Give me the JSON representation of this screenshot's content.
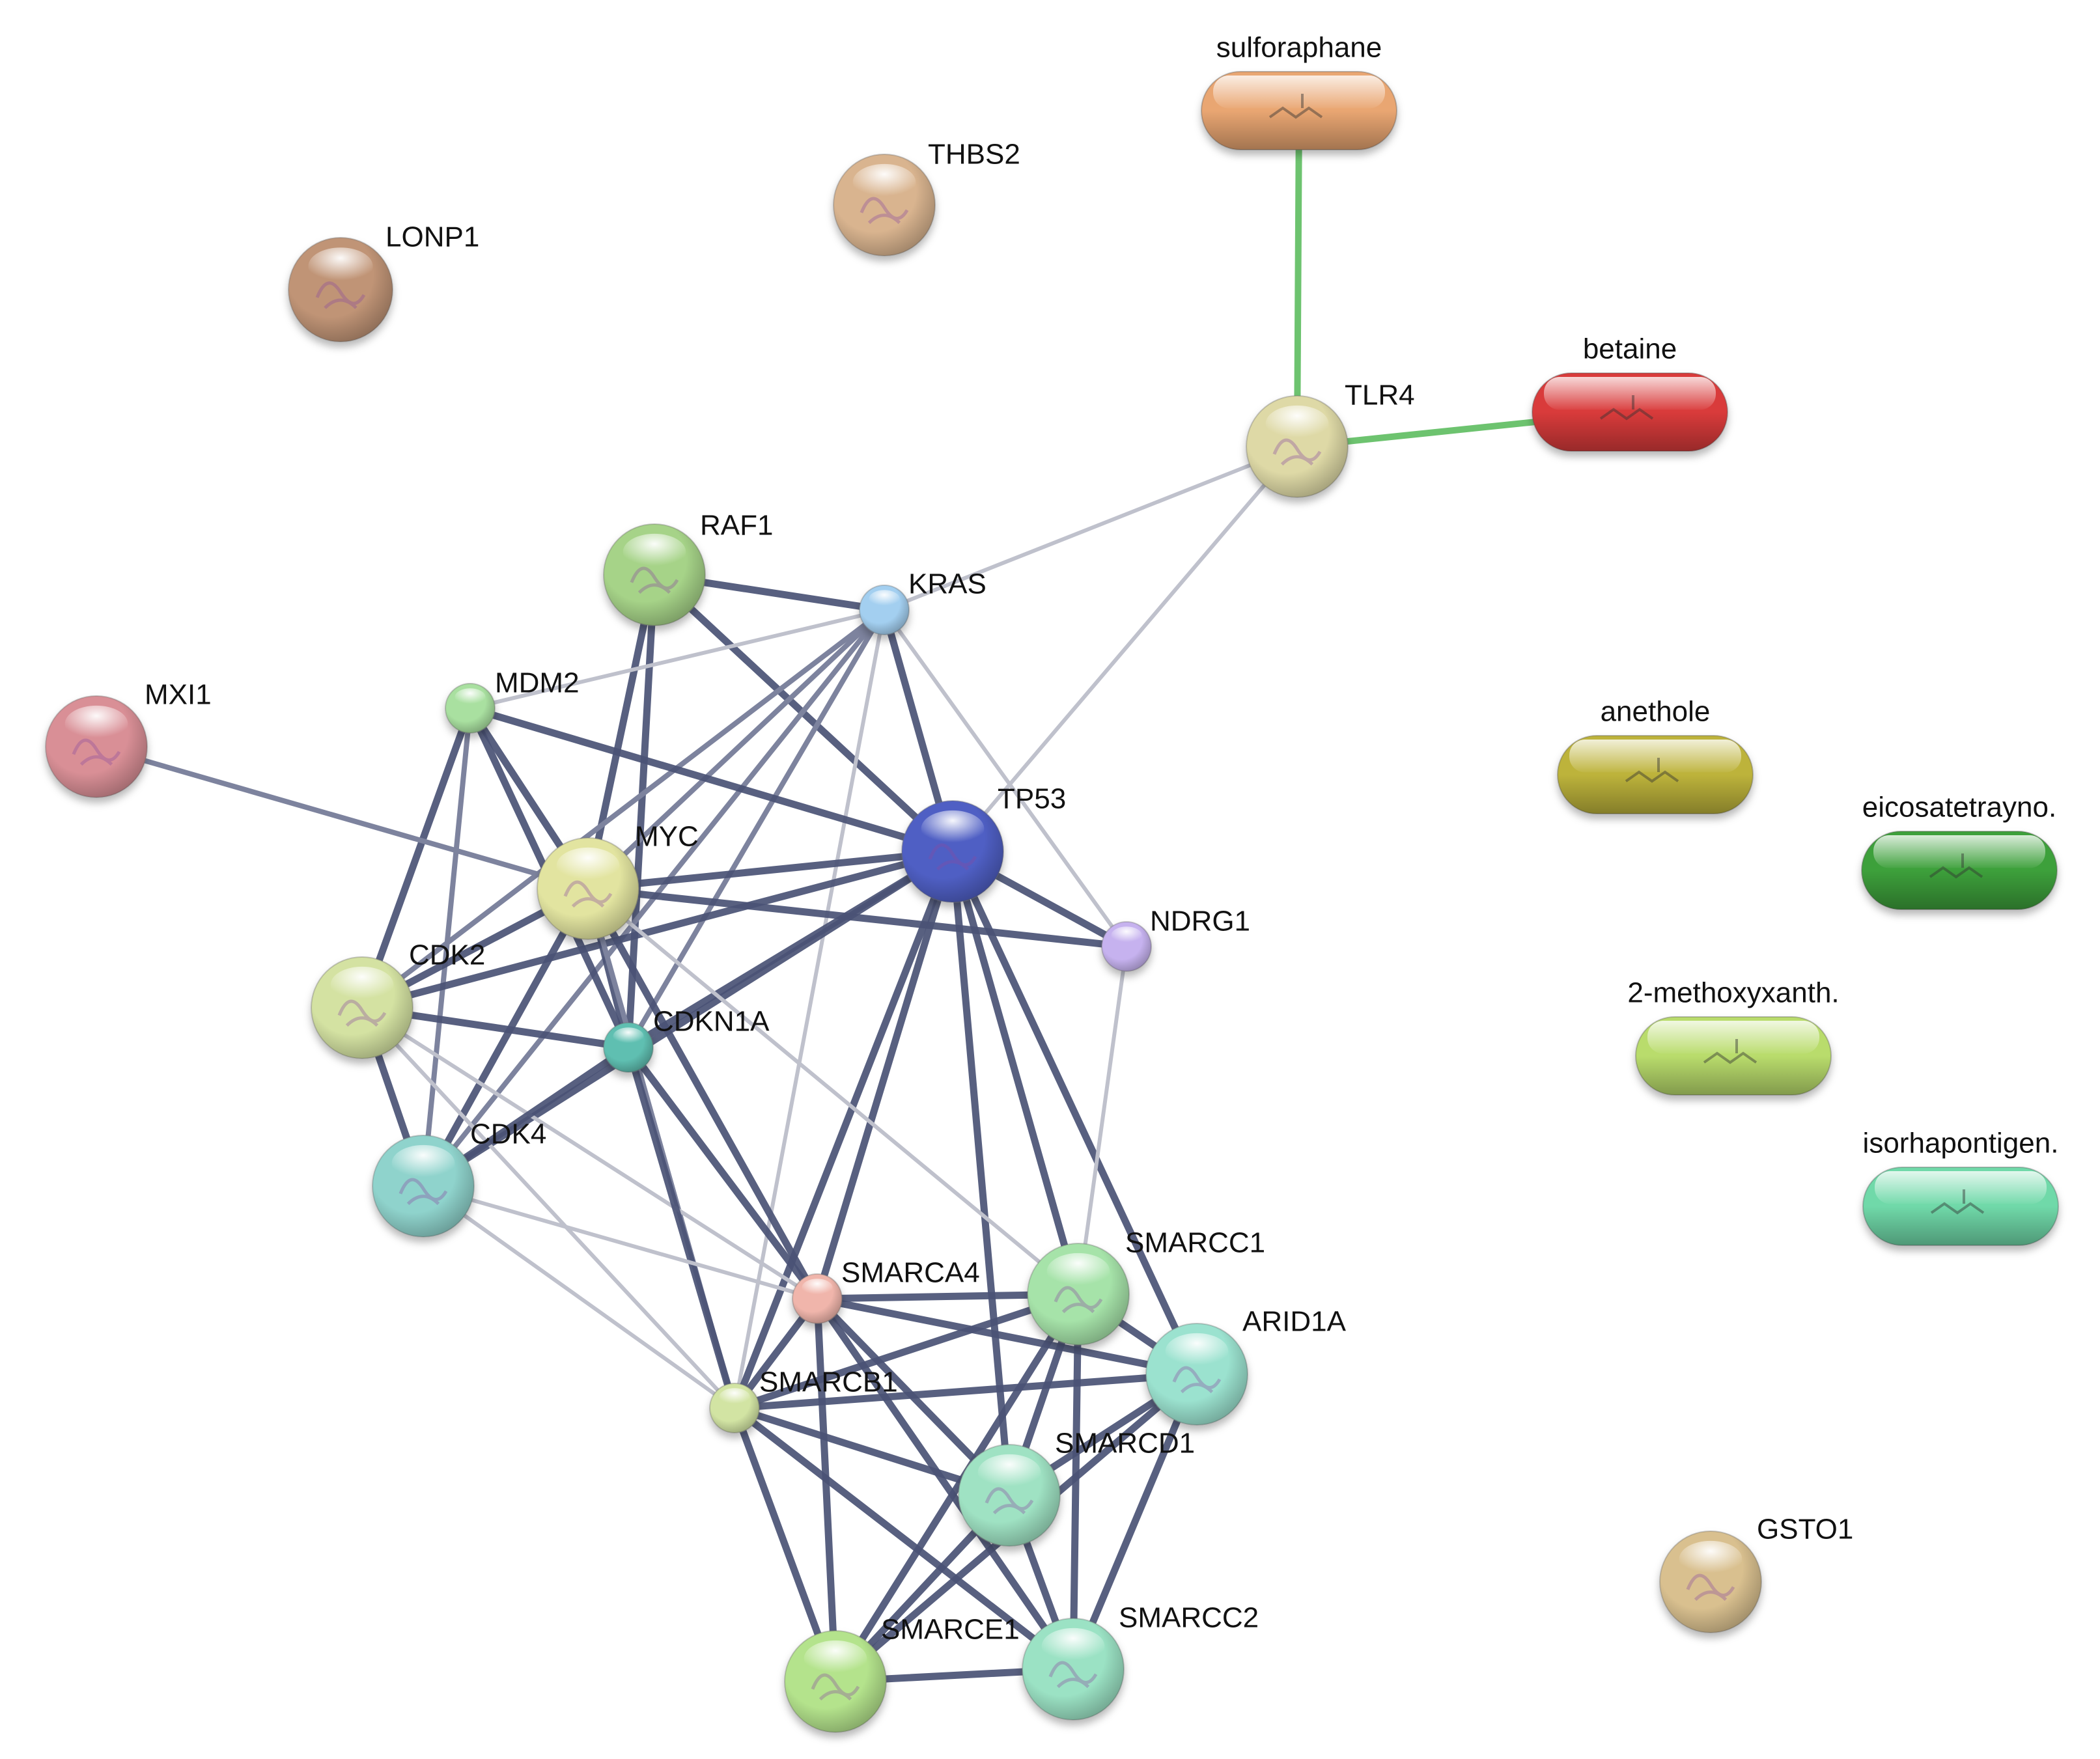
{
  "nodes": [
    {
      "id": "LONP1",
      "label": "LONP1",
      "kind": "protein",
      "color": "#c09476"
    },
    {
      "id": "THBS2",
      "label": "THBS2",
      "kind": "protein",
      "color": "#d9b48f"
    },
    {
      "id": "MXI1",
      "label": "MXI1",
      "kind": "protein",
      "color": "#d98f96"
    },
    {
      "id": "RAF1",
      "label": "RAF1",
      "kind": "protein",
      "color": "#a6d388"
    },
    {
      "id": "KRAS",
      "label": "KRAS",
      "kind": "protein",
      "color": "#a3cff0"
    },
    {
      "id": "MDM2",
      "label": "MDM2",
      "kind": "protein",
      "color": "#a9e0a0"
    },
    {
      "id": "TLR4",
      "label": "TLR4",
      "kind": "protein",
      "color": "#ded9a6"
    },
    {
      "id": "TP53",
      "label": "TP53",
      "kind": "protein",
      "color": "#4f5fc4"
    },
    {
      "id": "MYC",
      "label": "MYC",
      "kind": "protein",
      "color": "#e2e4a0"
    },
    {
      "id": "NDRG1",
      "label": "NDRG1",
      "kind": "protein",
      "color": "#c6b2ef"
    },
    {
      "id": "CDK2",
      "label": "CDK2",
      "kind": "protein",
      "color": "#d4e2a2"
    },
    {
      "id": "CDKN1A",
      "label": "CDKN1A",
      "kind": "protein",
      "color": "#5fbfb1"
    },
    {
      "id": "CDK4",
      "label": "CDK4",
      "kind": "protein",
      "color": "#8fd3cc"
    },
    {
      "id": "SMARCA4",
      "label": "SMARCA4",
      "kind": "protein",
      "color": "#f0b5ab"
    },
    {
      "id": "SMARCC1",
      "label": "SMARCC1",
      "kind": "protein",
      "color": "#a6e3a9"
    },
    {
      "id": "ARID1A",
      "label": "ARID1A",
      "kind": "protein",
      "color": "#9be2cf"
    },
    {
      "id": "SMARCB1",
      "label": "SMARCB1",
      "kind": "protein",
      "color": "#d2e4a3"
    },
    {
      "id": "SMARCD1",
      "label": "SMARCD1",
      "kind": "protein",
      "color": "#9fe2c3"
    },
    {
      "id": "SMARCE1",
      "label": "SMARCE1",
      "kind": "protein",
      "color": "#b4e38c"
    },
    {
      "id": "SMARCC2",
      "label": "SMARCC2",
      "kind": "protein",
      "color": "#9be2c4"
    },
    {
      "id": "GSTO1",
      "label": "GSTO1",
      "kind": "protein",
      "color": "#d9c08f"
    },
    {
      "id": "sulforaphane",
      "label": "sulforaphane",
      "kind": "chemical",
      "color": "#e9a672"
    },
    {
      "id": "betaine",
      "label": "betaine",
      "kind": "chemical",
      "color": "#d93a3a"
    },
    {
      "id": "anethole",
      "label": "anethole",
      "kind": "chemical",
      "color": "#bdb33a"
    },
    {
      "id": "eicosatetrayno",
      "label": "eicosatetrayno.",
      "kind": "chemical",
      "color": "#3ea03a"
    },
    {
      "id": "methoxyxanth",
      "label": "2-methoxyxanth.",
      "kind": "chemical",
      "color": "#b9dc6c"
    },
    {
      "id": "isorhapontigen",
      "label": "isorhapontigen.",
      "kind": "chemical",
      "color": "#6fd9a9"
    }
  ],
  "edges": [
    [
      "sulforaphane",
      "TLR4",
      "chem"
    ],
    [
      "TLR4",
      "betaine",
      "chem"
    ],
    [
      "TLR4",
      "KRAS",
      "weak"
    ],
    [
      "TLR4",
      "TP53",
      "weak"
    ],
    [
      "RAF1",
      "KRAS",
      "strong"
    ],
    [
      "RAF1",
      "TP53",
      "strong"
    ],
    [
      "RAF1",
      "MYC",
      "strong"
    ],
    [
      "RAF1",
      "CDKN1A",
      "strong"
    ],
    [
      "KRAS",
      "TP53",
      "strong"
    ],
    [
      "KRAS",
      "MDM2",
      "weak"
    ],
    [
      "KRAS",
      "MYC",
      "medium"
    ],
    [
      "KRAS",
      "CDK2",
      "medium"
    ],
    [
      "KRAS",
      "CDKN1A",
      "medium"
    ],
    [
      "KRAS",
      "CDK4",
      "medium"
    ],
    [
      "KRAS",
      "NDRG1",
      "weak"
    ],
    [
      "KRAS",
      "SMARCB1",
      "weak"
    ],
    [
      "MDM2",
      "TP53",
      "strong"
    ],
    [
      "MDM2",
      "MYC",
      "strong"
    ],
    [
      "MDM2",
      "CDK2",
      "strong"
    ],
    [
      "MDM2",
      "CDKN1A",
      "strong"
    ],
    [
      "MDM2",
      "CDK4",
      "medium"
    ],
    [
      "MXI1",
      "MYC",
      "medium"
    ],
    [
      "TP53",
      "MYC",
      "strong"
    ],
    [
      "TP53",
      "NDRG1",
      "strong"
    ],
    [
      "TP53",
      "CDK2",
      "strong"
    ],
    [
      "TP53",
      "CDKN1A",
      "strong"
    ],
    [
      "TP53",
      "CDK4",
      "strong"
    ],
    [
      "TP53",
      "SMARCA4",
      "strong"
    ],
    [
      "TP53",
      "SMARCB1",
      "strong"
    ],
    [
      "TP53",
      "SMARCC1",
      "strong"
    ],
    [
      "TP53",
      "ARID1A",
      "strong"
    ],
    [
      "TP53",
      "SMARCD1",
      "strong"
    ],
    [
      "MYC",
      "NDRG1",
      "strong"
    ],
    [
      "MYC",
      "CDK2",
      "strong"
    ],
    [
      "MYC",
      "CDKN1A",
      "strong"
    ],
    [
      "MYC",
      "CDK4",
      "strong"
    ],
    [
      "MYC",
      "SMARCA4",
      "strong"
    ],
    [
      "MYC",
      "SMARCB1",
      "medium"
    ],
    [
      "MYC",
      "SMARCC1",
      "weak"
    ],
    [
      "CDK2",
      "CDKN1A",
      "strong"
    ],
    [
      "CDK2",
      "CDK4",
      "strong"
    ],
    [
      "CDK2",
      "SMARCA4",
      "weak"
    ],
    [
      "CDK2",
      "SMARCB1",
      "weak"
    ],
    [
      "CDKN1A",
      "CDK4",
      "strong"
    ],
    [
      "CDKN1A",
      "SMARCA4",
      "strong"
    ],
    [
      "CDKN1A",
      "SMARCB1",
      "strong"
    ],
    [
      "CDK4",
      "SMARCA4",
      "weak"
    ],
    [
      "CDK4",
      "SMARCB1",
      "weak"
    ],
    [
      "NDRG1",
      "SMARCC1",
      "weak"
    ],
    [
      "SMARCA4",
      "SMARCC1",
      "strong"
    ],
    [
      "SMARCA4",
      "ARID1A",
      "strong"
    ],
    [
      "SMARCA4",
      "SMARCB1",
      "strong"
    ],
    [
      "SMARCA4",
      "SMARCD1",
      "strong"
    ],
    [
      "SMARCA4",
      "SMARCE1",
      "strong"
    ],
    [
      "SMARCA4",
      "SMARCC2",
      "strong"
    ],
    [
      "SMARCC1",
      "ARID1A",
      "strong"
    ],
    [
      "SMARCC1",
      "SMARCB1",
      "strong"
    ],
    [
      "SMARCC1",
      "SMARCD1",
      "strong"
    ],
    [
      "SMARCC1",
      "SMARCE1",
      "strong"
    ],
    [
      "SMARCC1",
      "SMARCC2",
      "strong"
    ],
    [
      "ARID1A",
      "SMARCB1",
      "strong"
    ],
    [
      "ARID1A",
      "SMARCD1",
      "strong"
    ],
    [
      "ARID1A",
      "SMARCE1",
      "strong"
    ],
    [
      "ARID1A",
      "SMARCC2",
      "strong"
    ],
    [
      "SMARCB1",
      "SMARCD1",
      "strong"
    ],
    [
      "SMARCB1",
      "SMARCE1",
      "strong"
    ],
    [
      "SMARCB1",
      "SMARCC2",
      "strong"
    ],
    [
      "SMARCD1",
      "SMARCE1",
      "strong"
    ],
    [
      "SMARCD1",
      "SMARCC2",
      "strong"
    ],
    [
      "SMARCE1",
      "SMARCC2",
      "strong"
    ]
  ],
  "colors": {
    "edge_strong": "#4a5275",
    "edge_medium": "#7d839e",
    "edge_weak": "#bfc1cc",
    "edge_chem": "#6dc36f"
  }
}
